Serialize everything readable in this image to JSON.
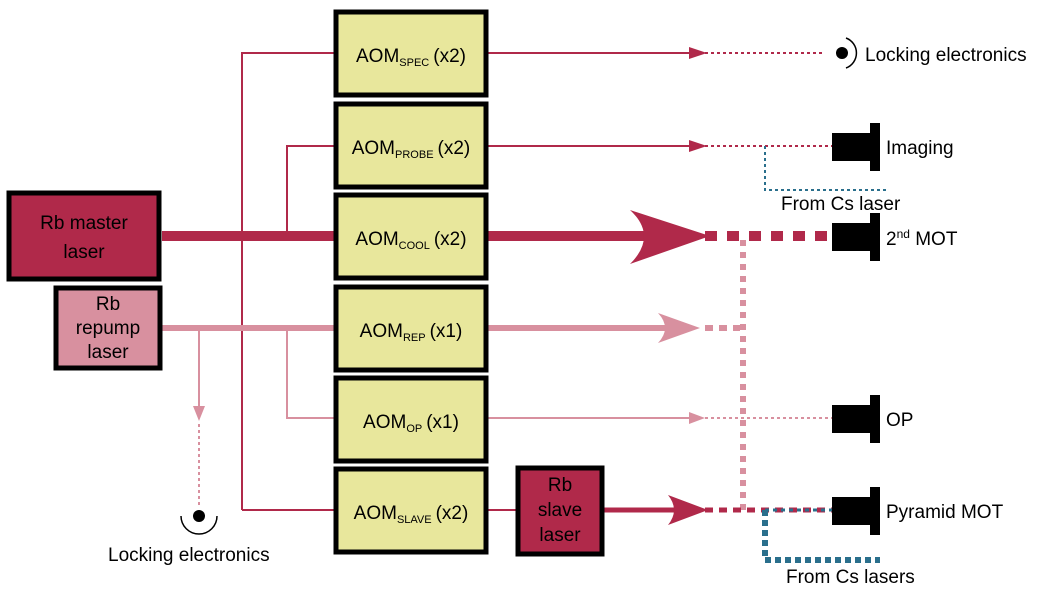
{
  "lasers": {
    "master": [
      "Rb master",
      "laser"
    ],
    "repump": [
      "Rb",
      "repump",
      "laser"
    ],
    "slave": [
      "Rb",
      "slave",
      "laser"
    ]
  },
  "aoms": {
    "spec": {
      "base": "AOM",
      "sub": "SPEC",
      "mult": "(x2)"
    },
    "probe": {
      "base": "AOM",
      "sub": "PROBE",
      "mult": "(x2)"
    },
    "cool": {
      "base": "AOM",
      "sub": "COOL",
      "mult": "(x2)"
    },
    "rep": {
      "base": "AOM",
      "sub": "REP",
      "mult": "(x1)"
    },
    "op": {
      "base": "AOM",
      "sub": "OP",
      "mult": "(x1)"
    },
    "slave": {
      "base": "AOM",
      "sub": "SLAVE",
      "mult": "(x2)"
    }
  },
  "outputs": {
    "locking_top": "Locking electronics",
    "imaging": "Imaging",
    "mot2_base": "2",
    "mot2_sup": "nd",
    "mot2_rest": " MOT",
    "op": "OP",
    "pyramid": "Pyramid MOT",
    "locking_bottom": "Locking electronics",
    "cs_laser": "From Cs laser",
    "cs_lasers": "From Cs lasers"
  },
  "colors": {
    "master": "#b0294a",
    "repump": "#d8909f",
    "aom_fill": "#e8e79c",
    "cs_beam": "#2a6f8c"
  }
}
